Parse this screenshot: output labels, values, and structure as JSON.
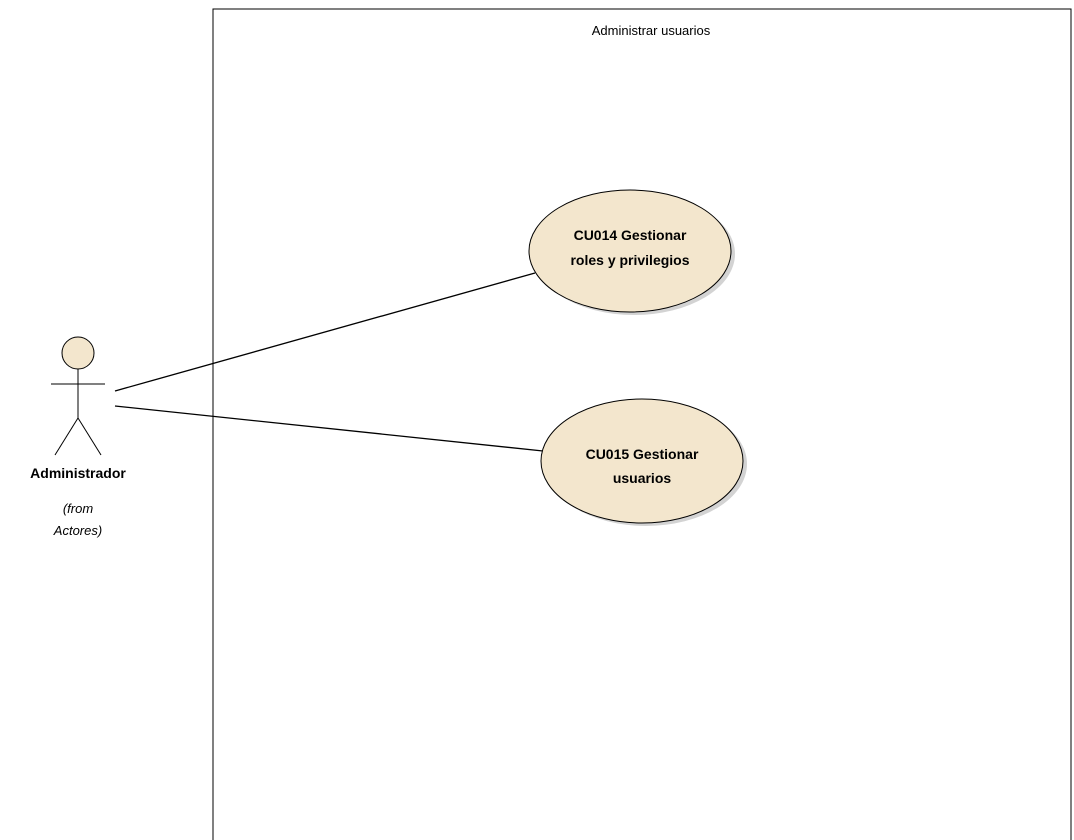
{
  "colors": {
    "usecase_fill": "#f3e6cd",
    "usecase_shadow": "#d3d3d3",
    "actor_fill": "#f3e6cd",
    "stroke": "#000000"
  },
  "system_boundary": {
    "title": "Administrar usuarios"
  },
  "actor": {
    "icon": "stick-figure-icon",
    "name": "Administrador",
    "origin_line1": "(from",
    "origin_line2": "Actores)"
  },
  "use_cases": [
    {
      "id": "CU014",
      "label_line1": "CU014 Gestionar",
      "label_line2": "roles y privilegios"
    },
    {
      "id": "CU015",
      "label_line1": "CU015 Gestionar",
      "label_line2": "usuarios"
    }
  ],
  "associations": [
    {
      "from": "Administrador",
      "to": "CU014"
    },
    {
      "from": "Administrador",
      "to": "CU015"
    }
  ]
}
